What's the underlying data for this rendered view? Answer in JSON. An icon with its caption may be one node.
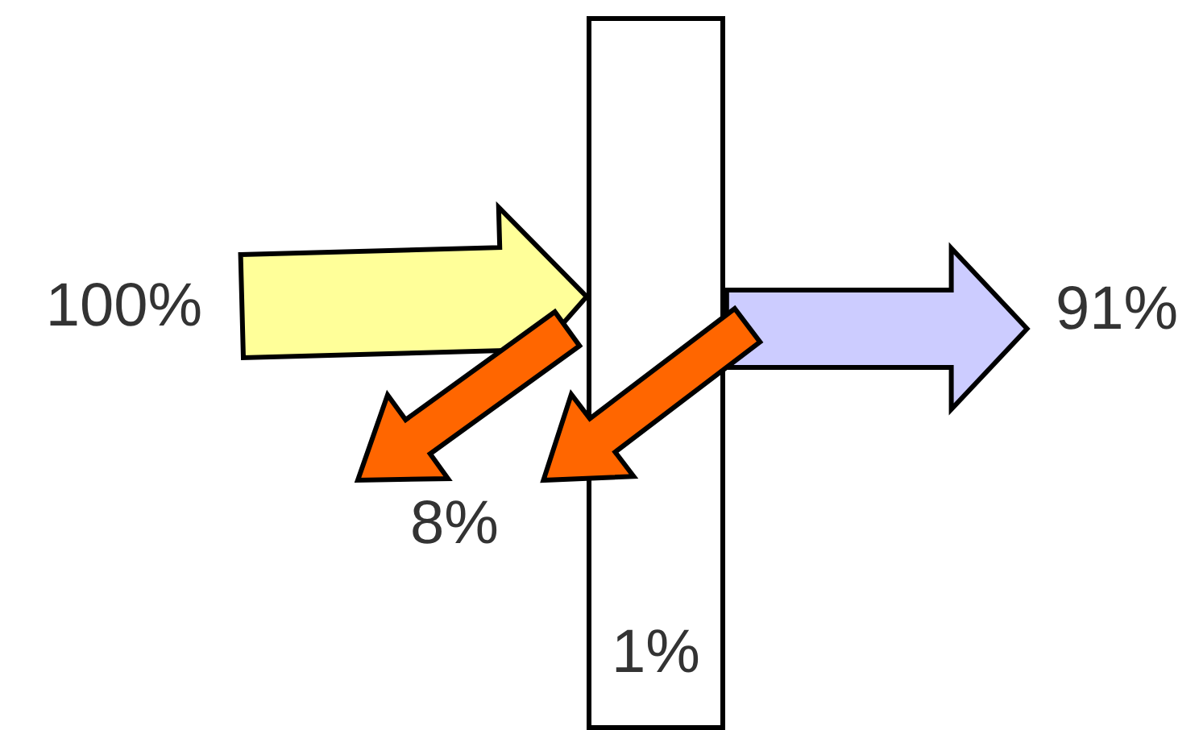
{
  "diagram": {
    "nodes": [
      {
        "text": [
          "100%"
        ]
      },
      {
        "text": [
          "1%"
        ]
      },
      {
        "text": [
          "91%"
        ]
      },
      {
        "text": [
          "8%"
        ]
      }
    ],
    "edges": [
      {
        "from": 0,
        "to": 1,
        "arrow": "to",
        "style": "thick",
        "color": "#ffff99"
      },
      {
        "from": 1,
        "to": 2,
        "arrow": "to",
        "style": "thick",
        "color": "#ccccff"
      },
      {
        "from": 1,
        "to": 3,
        "arrow": "to",
        "style": "thick",
        "color": "#ff6600"
      },
      {
        "from": 1,
        "to": 3,
        "arrow": "to",
        "style": "thick",
        "color": "#ff6600"
      }
    ]
  }
}
